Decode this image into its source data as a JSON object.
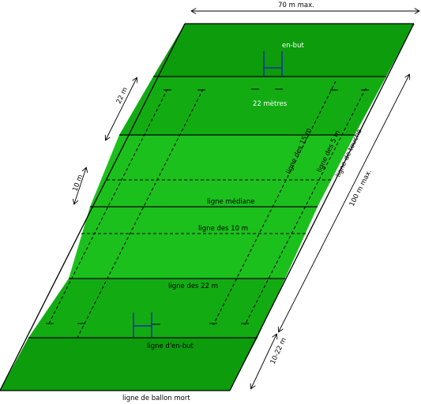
{
  "labels": {
    "width_max": "70 m max.",
    "in_goal_top": "en-but",
    "twentytwo_top": "22 mètres",
    "fifteen_line": "ligne des 15 m",
    "five_line": "ligne des 5 m",
    "touch_line": "ligne de touche",
    "halfway": "ligne médiane",
    "ten_line": "ligne des 10 m",
    "twentytwo_bottom": "ligne des 22 m",
    "goal_line": "ligne d'en-but",
    "dead_ball": "ligne de ballon mort",
    "dim_22": "22 m",
    "dim_10": "10 m",
    "dim_100": "100 m max.",
    "dim_10_22": "10-22 m"
  },
  "colors": {
    "in_goal": "#0c9c0c",
    "field_light": "#1cc01c",
    "field_dark": "#12ac12",
    "posts": "#1a2fa8",
    "label_white": "#ffffff"
  }
}
